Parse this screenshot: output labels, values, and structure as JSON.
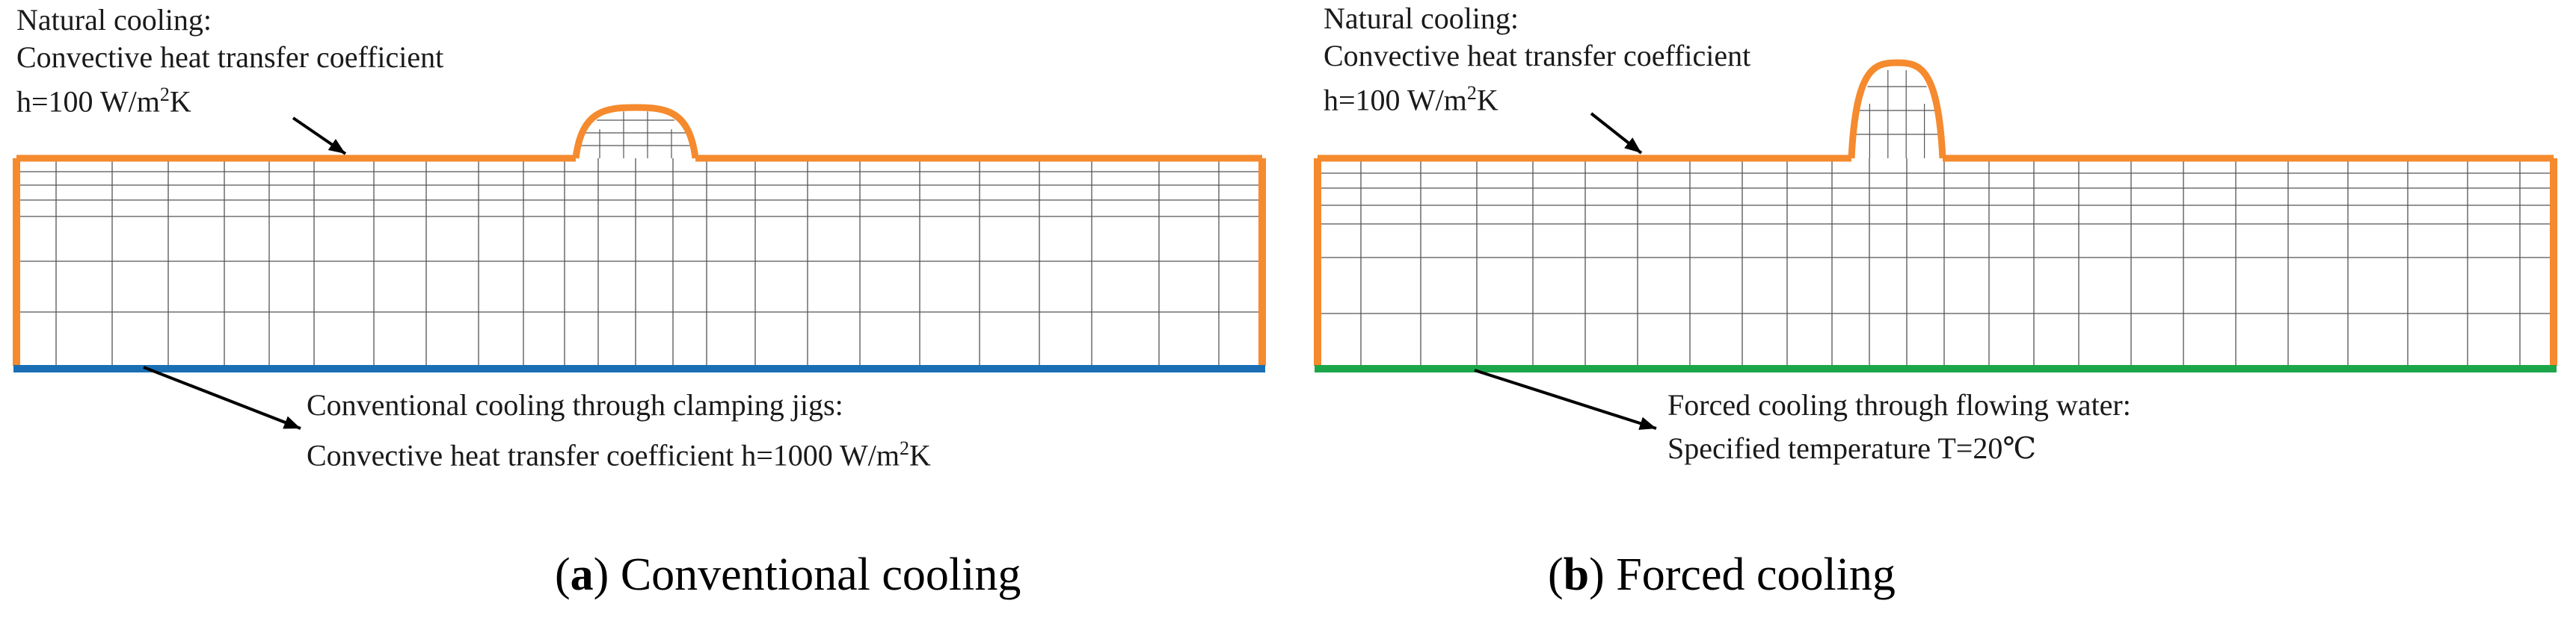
{
  "panel_a": {
    "top_label": {
      "line1": "Natural cooling:",
      "line2": "Convective heat transfer coefficient",
      "line3_prefix": "h=100 W/m",
      "line3_sup": "2",
      "line3_suffix": "K"
    },
    "bottom_label": {
      "line1": "Conventional cooling through clamping jigs:",
      "line2_prefix": "Convective heat transfer coefficient h=1000 W/m",
      "line2_sup": "2",
      "line2_suffix": "K"
    },
    "caption": {
      "letter": "a",
      "text": "Conventional cooling"
    },
    "colors": {
      "top_boundary": "#F58A2E",
      "bottom_boundary": "#1A6FB4"
    }
  },
  "panel_b": {
    "top_label": {
      "line1": "Natural cooling:",
      "line2": "Convective heat transfer coefficient",
      "line3_prefix": "h=100 W/m",
      "line3_sup": "2",
      "line3_suffix": "K"
    },
    "bottom_label": {
      "line1": "Forced cooling through flowing water:",
      "line2": "Specified temperature T=20℃"
    },
    "caption": {
      "letter": "b",
      "text": "Forced cooling"
    },
    "colors": {
      "top_boundary": "#F58A2E",
      "bottom_boundary": "#1CA64A"
    }
  },
  "colors": {
    "mesh_line": "#555555",
    "arrow": "#000000"
  }
}
